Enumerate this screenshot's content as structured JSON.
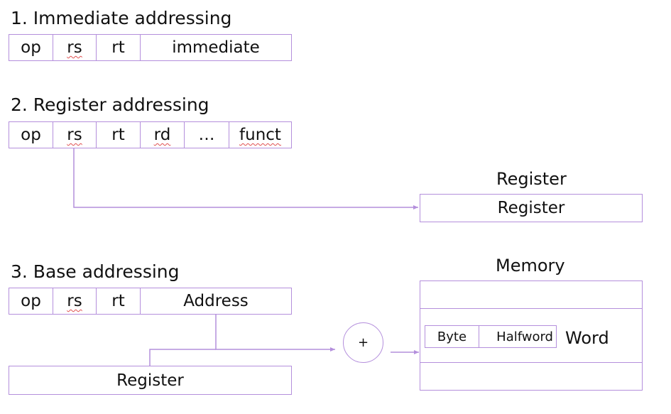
{
  "sections": [
    {
      "title": "1. Immediate addressing",
      "fields": [
        "op",
        "rs",
        "rt",
        "immediate"
      ]
    },
    {
      "title": "2. Register addressing",
      "fields": [
        "op",
        "rs",
        "rt",
        "rd",
        "…",
        "funct"
      ]
    },
    {
      "title": "3. Base addressing",
      "fields": [
        "op",
        "rs",
        "rt",
        "Address"
      ]
    }
  ],
  "register_target": {
    "heading": "Register",
    "label": "Register"
  },
  "base_register": {
    "label": "Register"
  },
  "adder": {
    "symbol": "+"
  },
  "memory": {
    "heading": "Memory",
    "byte": "Byte",
    "halfword": "Halfword",
    "word": "Word"
  },
  "colors": {
    "line": "#b48fdc",
    "text": "#111111"
  }
}
